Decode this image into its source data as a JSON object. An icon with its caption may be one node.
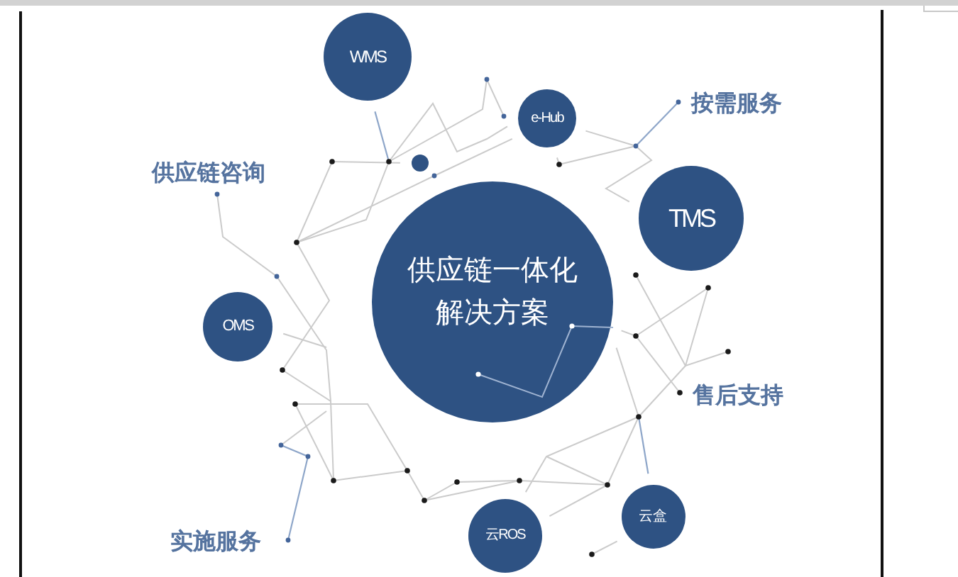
{
  "diagram": {
    "nodes": [
      {
        "text": [
          "WMS"
        ]
      },
      {
        "text": [
          "e-Hub"
        ]
      },
      {
        "text": [],
        "shape": "circle"
      },
      {
        "text": [
          "TMS"
        ]
      },
      {
        "text": [
          "供应链一体化解决方案"
        ]
      },
      {
        "text": [
          "OMS"
        ]
      },
      {
        "text": [
          "云盒"
        ]
      },
      {
        "text": [
          "云ROS"
        ]
      }
    ],
    "labels": [
      "按需服务",
      "供应链咨询",
      "售后支持",
      "实施服务"
    ]
  }
}
